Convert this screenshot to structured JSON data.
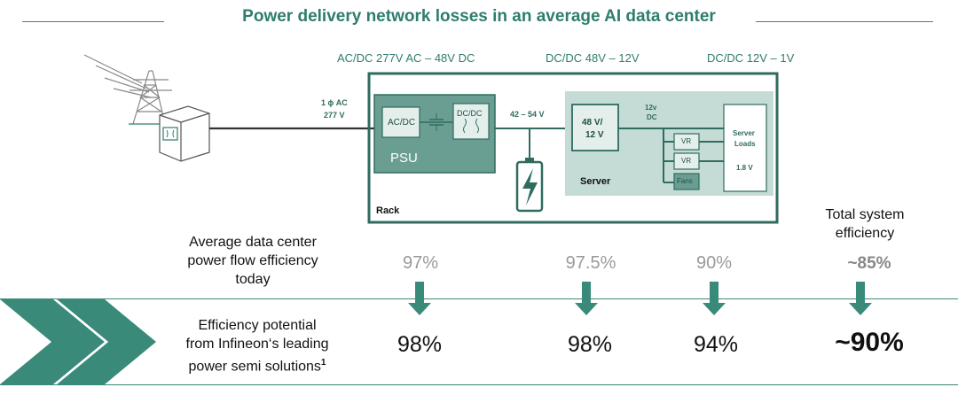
{
  "title": "Power delivery network losses in an average AI data center",
  "stages": {
    "acdc": "AC/DC 277V AC – 48V DC",
    "dcdc48": "DC/DC 48V – 12V",
    "dcdc12": "DC/DC 12V – 1V"
  },
  "diagram": {
    "input_label_1": "1 ϕ AC",
    "input_label_2": "277 V",
    "acdc_block": "AC/DC",
    "dcdc_block_1": "DC/DC",
    "dcdc_block_2": "",
    "psu": "PSU",
    "rack": "Rack",
    "bus_voltage": "42 – 54 V",
    "conv_48_1": "48 V/",
    "conv_48_2": "12 V",
    "server": "Server",
    "dc12_1": "12v",
    "dc12_2": "DC",
    "vr1": "VR",
    "vr2": "VR",
    "fans": "Fans",
    "loads_1": "Server",
    "loads_2": "Loads",
    "loads_v": "1.8 V"
  },
  "rows": {
    "current_label_1": "Average data center",
    "current_label_2": "power flow efficiency",
    "current_label_3": "today",
    "potential_label_1": "Efficiency potential",
    "potential_label_2": "from Infineon‘s leading",
    "potential_label_3": "power semi solutions",
    "potential_footnote": "1",
    "total_label_1": "Total system",
    "total_label_2": "efficiency"
  },
  "efficiency": {
    "current": [
      "97%",
      "97.5%",
      "90%"
    ],
    "current_total": "~85%",
    "potential": [
      "98%",
      "98%",
      "94%"
    ],
    "potential_total": "~90%"
  },
  "colors": {
    "accent": "#2e7d6e",
    "psu_fill": "#6b9e93",
    "server_fill": "#c5dcd6",
    "arrow": "#3a8a7a"
  }
}
